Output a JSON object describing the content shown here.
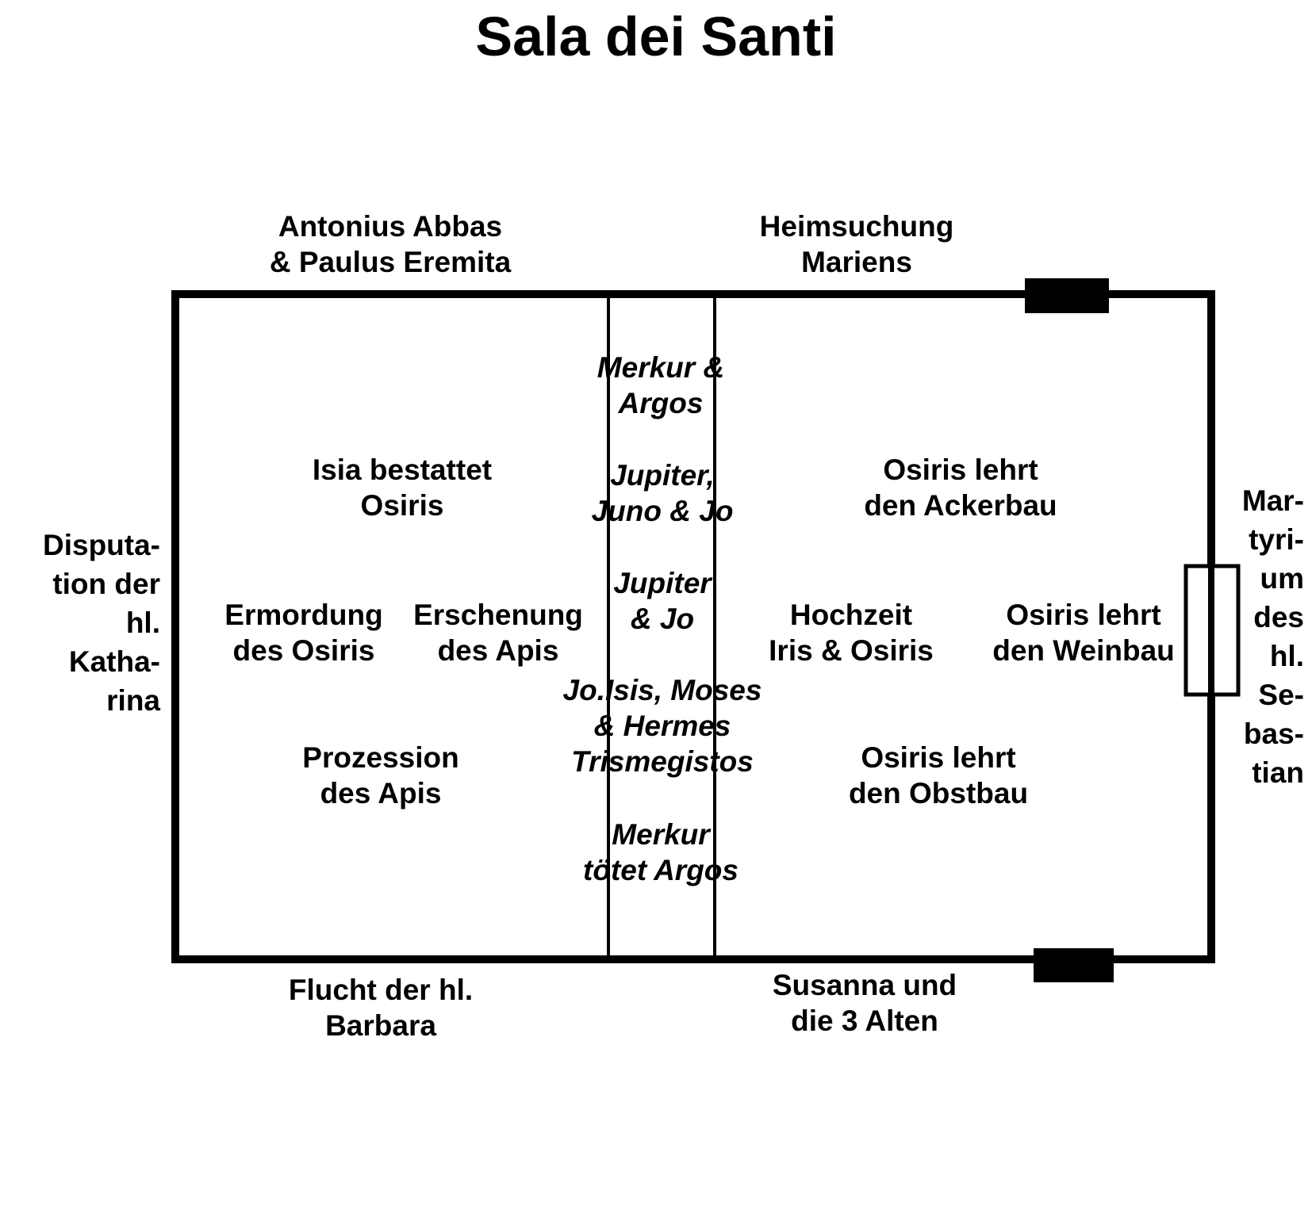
{
  "title": "Sala dei Santi",
  "walls": {
    "north": [
      {
        "lines": [
          "Antonius Abbas",
          "& Paulus Eremita"
        ]
      },
      {
        "lines": [
          "Heimsuchung",
          "Mariens"
        ]
      }
    ],
    "south": [
      {
        "lines": [
          "Flucht der hl.",
          "Barbara"
        ]
      },
      {
        "lines": [
          "Susanna und",
          "die 3 Alten"
        ]
      }
    ],
    "west": {
      "lines": [
        "Disputa-",
        "tion der",
        "hl.",
        "Katha-",
        "rina"
      ]
    },
    "east": {
      "lines": [
        "Mar-",
        "tyri-",
        "um",
        "des",
        "hl.",
        "Se-",
        "bas-",
        "tian"
      ]
    }
  },
  "ceiling": {
    "left_field": [
      {
        "lines": [
          "Isia bestattet",
          "Osiris"
        ]
      },
      {
        "lines": [
          "Ermordung",
          "des Osiris"
        ]
      },
      {
        "lines": [
          "Erschenung",
          "des Apis"
        ]
      },
      {
        "lines": [
          "Prozession",
          "des Apis"
        ]
      }
    ],
    "center_strip": [
      {
        "lines": [
          "Merkur &",
          "Argos"
        ]
      },
      {
        "lines": [
          "Jupiter,",
          "Juno & Jo"
        ]
      },
      {
        "lines": [
          "Jupiter",
          "& Jo"
        ]
      },
      {
        "lines": [
          "Jo.Isis, Moses",
          "& Hermes",
          "Trismegistos"
        ]
      },
      {
        "lines": [
          "Merkur",
          "tötet Argos"
        ]
      }
    ],
    "right_field": [
      {
        "lines": [
          "Osiris lehrt",
          "den Ackerbau"
        ]
      },
      {
        "lines": [
          "Hochzeit",
          "Iris & Osiris"
        ]
      },
      {
        "lines": [
          "Osiris lehrt",
          "den Weinbau"
        ]
      },
      {
        "lines": [
          "Osiris lehrt",
          "den Obstbau"
        ]
      }
    ]
  },
  "colors": {
    "ink": "#000000",
    "background": "#ffffff"
  }
}
